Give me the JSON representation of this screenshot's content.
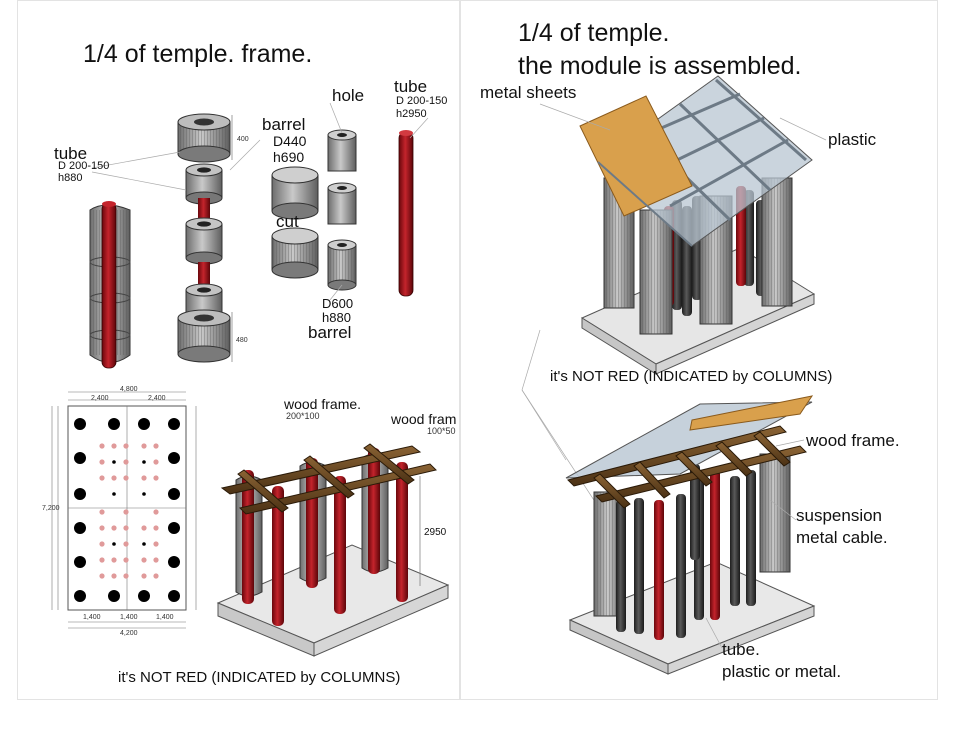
{
  "left": {
    "title": "1/4 of  temple. frame.",
    "labels": {
      "tube_left": "tube",
      "tube_left_d": "D 200-150",
      "tube_left_h": "h880",
      "dim_400": "400",
      "dim_480": "480",
      "barrel_top": "barrel",
      "barrel_top_d": "D440",
      "barrel_top_h": "h690",
      "cut": "cut",
      "hole": "hole",
      "tube_right": "tube",
      "tube_right_d": "D 200-150",
      "tube_right_h": "h2950",
      "barrel_bottom_d": "D600",
      "barrel_bottom_h": "h880",
      "barrel_bottom": "barrel",
      "wood_frame_1": "wood frame.",
      "wood_frame_1_size": "200*100",
      "wood_frame_2": "wood fram",
      "wood_frame_2_size": "100*50",
      "dim_2950": "2950",
      "plan_top_total": "4,800",
      "plan_top_a": "2,400",
      "plan_top_b": "2,400",
      "plan_bottom_total": "4,200",
      "plan_bottom_a": "1,400",
      "plan_bottom_b": "1,400",
      "plan_bottom_c": "1,400",
      "plan_side_total": "7,200"
    },
    "caption": "it's NOT RED (INDICATED by COLUMNS)"
  },
  "right": {
    "title_line1": "1/4 of  temple.",
    "title_line2": "the module is assembled.",
    "labels": {
      "metal_sheets": "metal sheets",
      "plastic": "plastic",
      "wood_frame": "wood frame.",
      "suspension_1": "suspension",
      "suspension_2": "metal cable.",
      "tube_1": "tube.",
      "tube_2": "plastic or metal."
    },
    "caption": "it's NOT RED (INDICATED by COLUMNS)"
  },
  "colors": {
    "red_tube": "#a30f16",
    "barrel_gray": "#8e8e8e",
    "wood": "#6b4a23",
    "roof_plastic": "#b8c6d2",
    "metal_sheet": "#d9a04c",
    "base": "#e4e4e4"
  }
}
